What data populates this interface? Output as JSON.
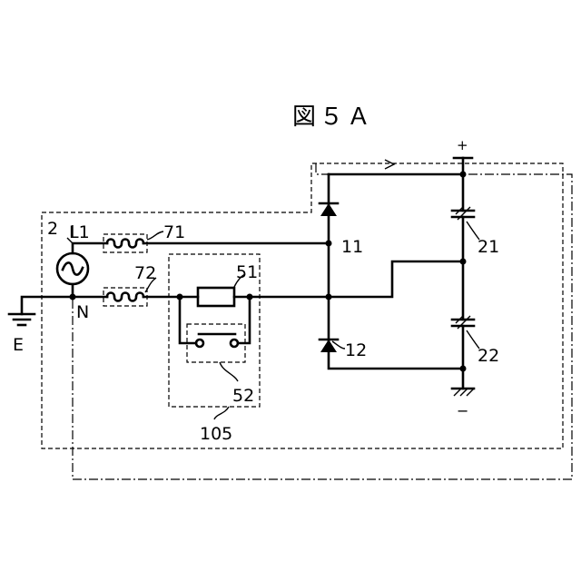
{
  "figure": {
    "title": "図５Ａ"
  },
  "labels": {
    "source_ref": "2",
    "line": "L1",
    "neutral": "N",
    "earth": "E",
    "fuse_top": "71",
    "fuse_bottom": "72",
    "resistor": "51",
    "switch": "52",
    "unit": "105",
    "diode_top": "11",
    "diode_bottom": "12",
    "capacitor_top": "21",
    "capacitor_bottom": "22",
    "plus": "+",
    "minus": "−"
  }
}
